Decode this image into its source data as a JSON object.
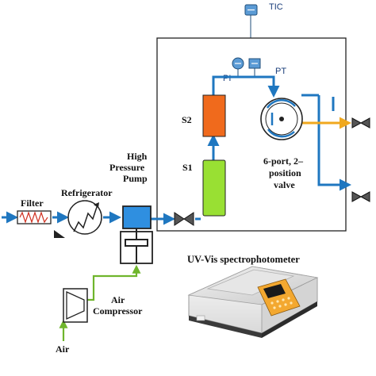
{
  "labels": {
    "tic": "TIC",
    "pi": "PI",
    "pt": "PT",
    "s2": "S2",
    "s1": "S1",
    "valve_line1": "6-port, 2–",
    "valve_line2": "position",
    "valve_line3": "valve",
    "pump_line1": "High",
    "pump_line2": "Pressure",
    "pump_line3": "Pump",
    "filter": "Filter",
    "refrigerator": "Refrigerator",
    "compressor_line1": "Air",
    "compressor_line2": "Compressor",
    "air": "Air",
    "spectro": "UV-Vis spectrophotometer"
  },
  "colors": {
    "pipe_blue": "#1f77c0",
    "pipe_orange": "#f0a81e",
    "pipe_green": "#6fb52c",
    "s2_fill": "#f06a1c",
    "s1_fill": "#99e033",
    "pump_head": "#2f8fe0",
    "frame": "#222222"
  }
}
